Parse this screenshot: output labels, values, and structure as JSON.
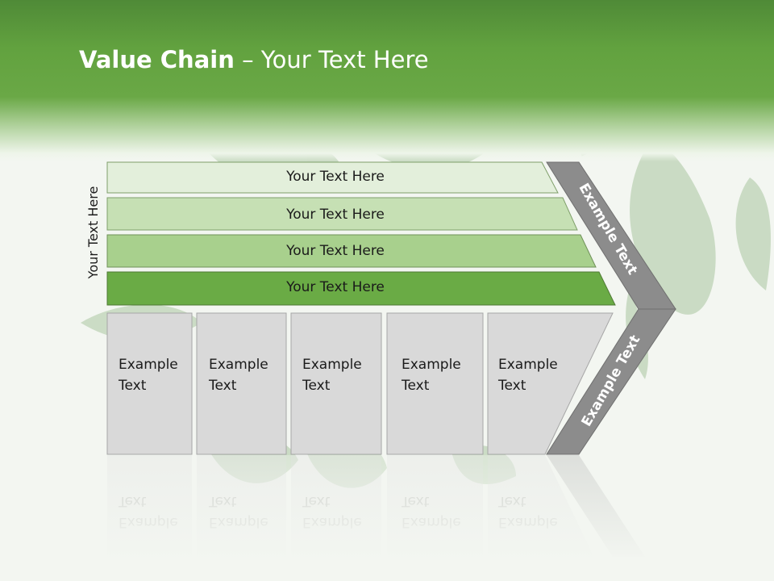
{
  "slide": {
    "title_bold": "Value Chain",
    "title_rest": " – Your Text Here",
    "side_label": "Your Text Here"
  },
  "bars": [
    {
      "label": "Your Text Here",
      "color": "#e3efdb"
    },
    {
      "label": "Your Text Here",
      "color": "#c6e0b4"
    },
    {
      "label": "Your Text Here",
      "color": "#a8d08d"
    },
    {
      "label": "Your Text Here",
      "color": "#6aab45"
    }
  ],
  "boxes": [
    {
      "label": "Example Text"
    },
    {
      "label": "Example Text"
    },
    {
      "label": "Example Text"
    },
    {
      "label": "Example Text"
    },
    {
      "label": "Example Text"
    }
  ],
  "chevron": {
    "upper_label": "Example Text",
    "lower_label": "Example Text",
    "upper_color": "#8c8c8c",
    "lower_color": "#8c8c8c"
  },
  "colors": {
    "header_green": "#62a23f",
    "box_fill": "#d9d9d9",
    "box_stroke": "#a6a6a6"
  }
}
